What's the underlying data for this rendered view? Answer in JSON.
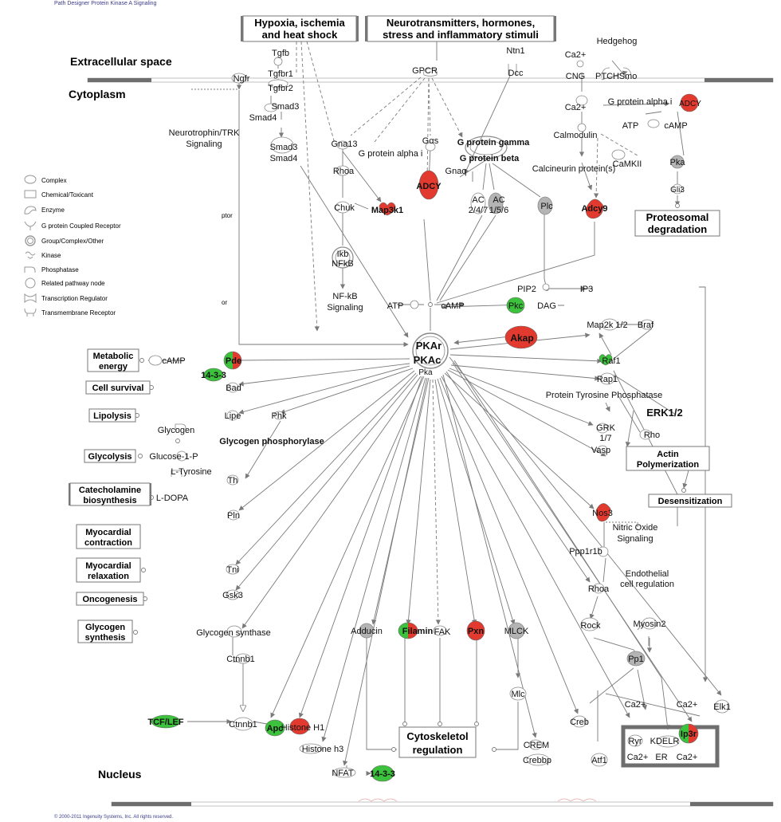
{
  "header": {
    "title": "Path Designer Protein Kinase A Signaling"
  },
  "footer": {
    "copyright": "© 2000-2011 Ingenuity Systems, Inc. All rights reserved."
  },
  "regions": {
    "extracellular": "Extracellular space",
    "cytoplasm": "Cytoplasm",
    "nucleus": "Nucleus"
  },
  "legend": [
    {
      "label": "Complex",
      "icon": "complex-icon"
    },
    {
      "label": "Chemical/Toxicant",
      "icon": "chemical-icon"
    },
    {
      "label": "Enzyme",
      "icon": "enzyme-icon"
    },
    {
      "label": "G protein Coupled Receptor",
      "icon": "gpcr-icon"
    },
    {
      "label": "Group/Complex/Other",
      "icon": "group-icon"
    },
    {
      "label": "Kinase",
      "icon": "kinase-icon"
    },
    {
      "label": "Phosphatase",
      "icon": "phosphatase-icon"
    },
    {
      "label": "Related pathway node",
      "icon": "related-pathway-icon"
    },
    {
      "label": "Transcription Regulator",
      "icon": "transcription-regulator-icon"
    },
    {
      "label": "Transmembrane Receptor",
      "icon": "transmembrane-receptor-icon"
    }
  ],
  "legend_fragments": {
    "f1": "ptor",
    "f2": "or"
  },
  "colors": {
    "up": "#e23a2e",
    "down": "#3cc23c",
    "neutral": "#ffffff",
    "grey": "#b4b4b4",
    "edge": "#7a7a7a"
  },
  "boxes": {
    "stimuli_hypoxia": [
      "Hypoxia, ischemia",
      "and heat shock"
    ],
    "stimuli_neuro": [
      "Neurotransmitters, hormones,",
      "stress and inflammatory stimuli"
    ],
    "proteosomal": [
      "Proteosomal",
      "degradation"
    ],
    "metabolic": [
      "Metabolic",
      "energy"
    ],
    "cell_survival": [
      "Cell survival"
    ],
    "lipolysis": [
      "Lipolysis"
    ],
    "glycolysis": [
      "Glycolysis"
    ],
    "catecholamine": [
      "Catecholamine",
      "biosynthesis"
    ],
    "myo_contraction": [
      "Myocardial",
      "contraction"
    ],
    "myo_relaxation": [
      "Myocardial",
      "relaxation"
    ],
    "oncogenesis": [
      "Oncogenesis"
    ],
    "glycogen_synthesis": [
      "Glycogen",
      "synthesis"
    ],
    "actin": [
      "Actin",
      "Polymerization"
    ],
    "desensitization": [
      "Desensitization"
    ],
    "cytoskeletal": [
      "Cytoskeletol",
      "regulation"
    ]
  },
  "nodes": {
    "tgfb": "Tgfb",
    "tgfbr1": "Tgfbr1",
    "tgfbr2": "Tgfbr2",
    "smad3": "Smad3",
    "smad4": "Smad4",
    "smad34a": "Smad3",
    "smad34b": "Smad4",
    "ngfr": "Ngfr",
    "neurotrophin": [
      "Neurotrophin/TRK",
      "Signaling"
    ],
    "gpcr": "GPCR",
    "ntn1": "Ntn1",
    "dcc": "Dcc",
    "hedgehog": "Hedgehog",
    "ca2a": "Ca2+",
    "cng": "CNG",
    "ptch": "PTCH",
    "smo": "Smo",
    "ca2b": "Ca2+",
    "gpai_right": "G protein alpha i",
    "adcy_right": "ADCY",
    "atp_top": "ATP",
    "camp_top": "cAMP",
    "calmodulin": "Calmodulin",
    "camkii": "CaMKII",
    "calcineurin": "Calcineurin protein(s)",
    "pka_top": "Pka",
    "gli3": "Gli3",
    "gna13": "Gna13",
    "gpai_left": "G protein alpha i",
    "gas": "Gαs",
    "gpg": "G protein gamma",
    "gpb": "G protein beta",
    "gnaq": "Gnaq",
    "rhoa_top": "Rhoa",
    "chuk": "Chuk",
    "map3k1": "Map3k1",
    "adcy_mid": "ADCY",
    "ac247": [
      "AC",
      "2/4/7"
    ],
    "ac156": [
      "AC",
      "1/5/6"
    ],
    "plc": "Plc",
    "adcy9": "Adcy9",
    "ikb": [
      "Ikb",
      "NFkB"
    ],
    "nfkb_sig": [
      "NF-kB",
      "Signaling"
    ],
    "pip2": "PIP2",
    "ip3": "IP3",
    "atp_mid": "ATP",
    "camp_mid": "cAMP",
    "pkc": "Pkc",
    "dag": "DAG",
    "pkar": "PKAr",
    "pkac": "PKAc",
    "pka_center": "Pka",
    "akap": "Akap",
    "map2k": "Map2k 1/2",
    "braf": "Braf",
    "raf1": "Raf1",
    "rap1": "Rap1",
    "ptp": "Protein Tyrosine Phosphatase",
    "erk": "ERK1/2",
    "grk": [
      "GRK",
      "1/7"
    ],
    "rho_right": "Rho",
    "vasp": "Vasp",
    "camp_left": "cAMP",
    "pde": "Pde",
    "p1433a": "14-3-3",
    "bad": "Bad",
    "lipe": "Lipe",
    "phk": "Phk",
    "glycogen": "Glycogen",
    "glyphos": "Glycogen phosphorylase",
    "glucose1p": "Glucose-1-P",
    "ltyr": "L-Tyrosine",
    "th": "Th",
    "ldopa": "L-DOPA",
    "pln": "Pln",
    "nos3": "Nos3",
    "nos_sig": [
      "Nitric Oxide",
      "Signaling"
    ],
    "ppp1r1b": "Ppp1r1b",
    "endo": [
      "Endothelial",
      "cell regulation"
    ],
    "rhoa_bot": "Rhoa",
    "rock": "Rock",
    "myosin2": "Myosin2",
    "pp1": "Pp1",
    "tni": "Tni",
    "gsk3": "Gsk3",
    "glysyn": "Glycogen synthase",
    "ctnnb1a": "Ctnnb1",
    "adducin": "Adducin",
    "filamin": "Filamin",
    "fak": "FAK",
    "pxn": "Pxn",
    "mlck": "MLCK",
    "mlc": "Mlc",
    "creb": "Creb",
    "crem": "CREM",
    "crebbp": "Crebbp",
    "atf1": "Atf1",
    "elk1": "Elk1",
    "ca2c": "Ca2+",
    "ca2d": "Ca2+",
    "ryr": "Ryr",
    "kdelr": "KDELR",
    "ip3r": "Ip3r",
    "ca2e": "Ca2+",
    "er": "ER",
    "ca2f": "Ca2+",
    "tcflef": "TCF/LEF",
    "ctnnb1b": "Ctnnb1",
    "apc": "Apc",
    "histone_h1": "Histone H1",
    "histone_h3": "Histone h3",
    "nfat": "NFAT",
    "p1433b": "14-3-3"
  }
}
